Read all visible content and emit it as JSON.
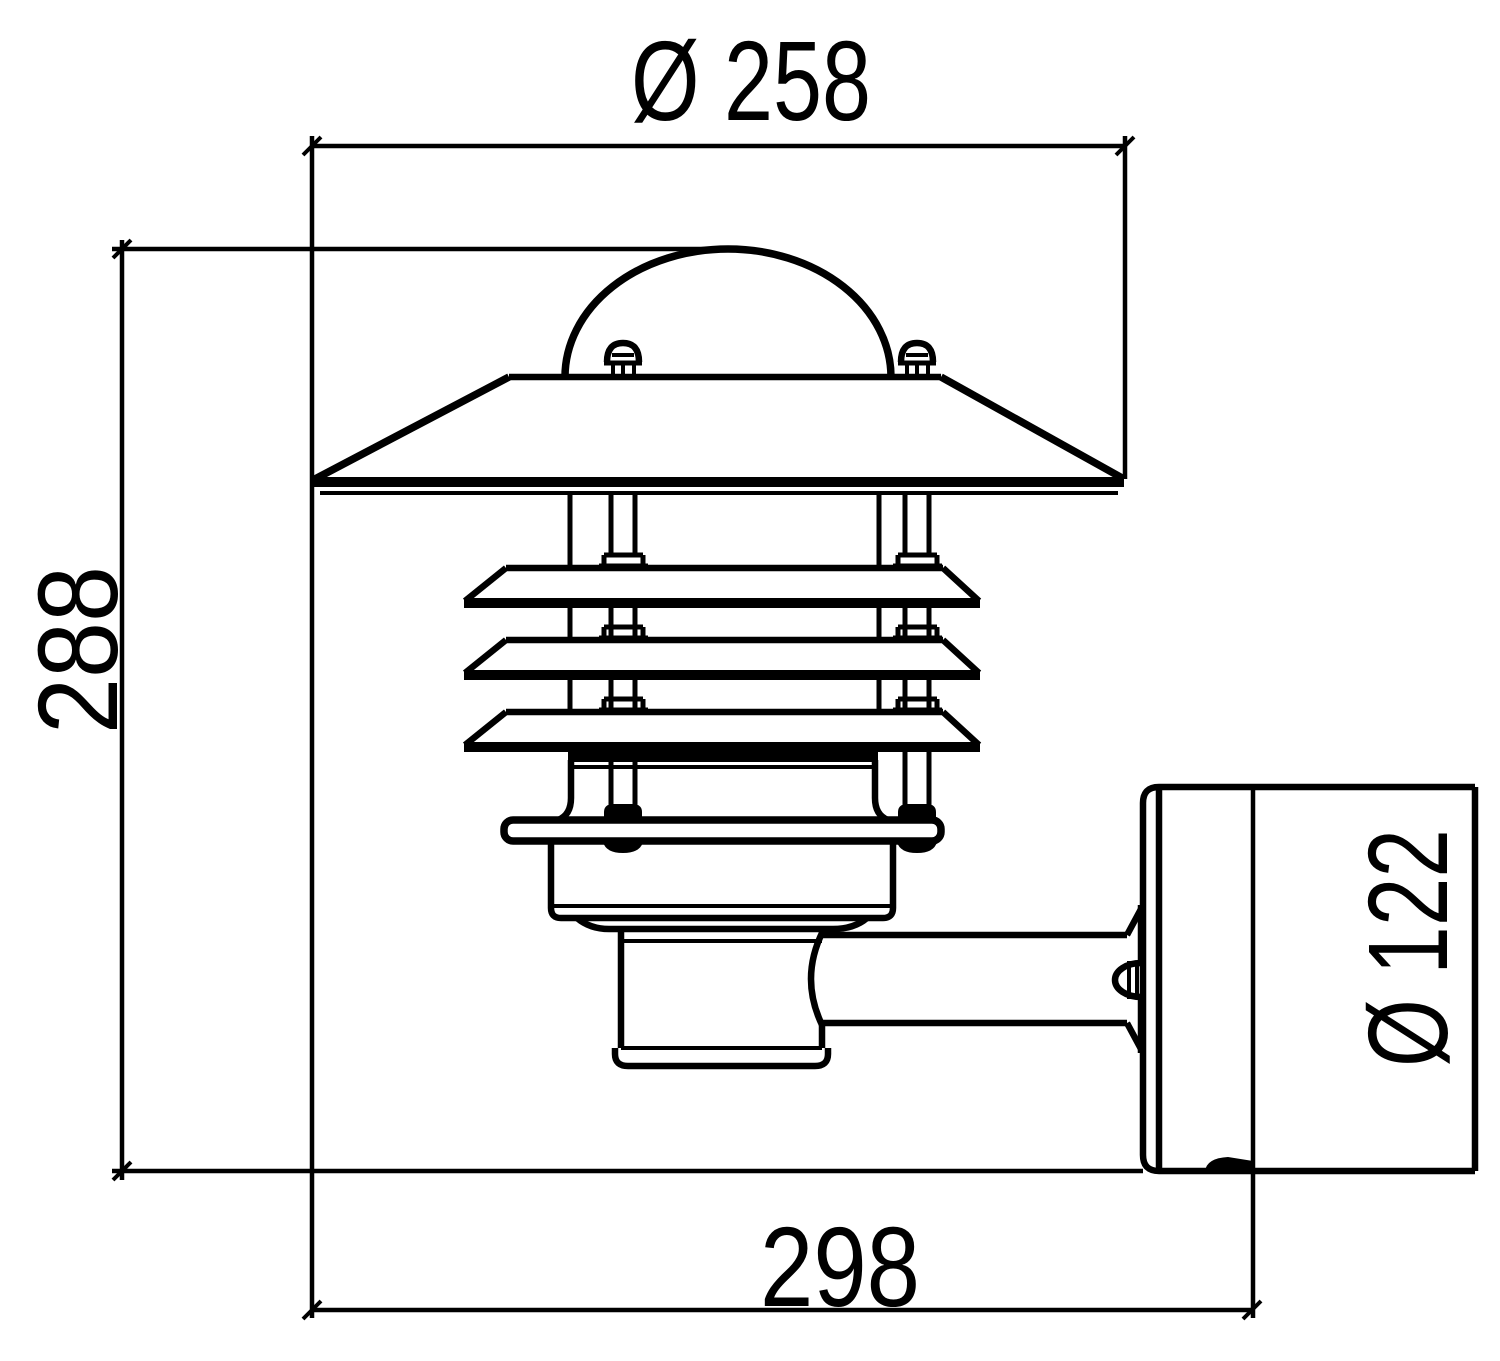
{
  "drawing": {
    "kind": "technical dimension drawing",
    "subject": "outdoor wall lantern, side elevation",
    "colors": {
      "line": "#000000",
      "background": "#ffffff"
    },
    "dimensions": {
      "shade_diameter": {
        "label": "Ø 258",
        "orientation": "horizontal-top"
      },
      "overall_height": {
        "label": "288",
        "orientation": "vertical-left"
      },
      "backplate_diameter": {
        "label": "Ø 122",
        "orientation": "vertical-right"
      },
      "overall_depth": {
        "label": "298",
        "orientation": "horizontal-bottom"
      }
    }
  }
}
